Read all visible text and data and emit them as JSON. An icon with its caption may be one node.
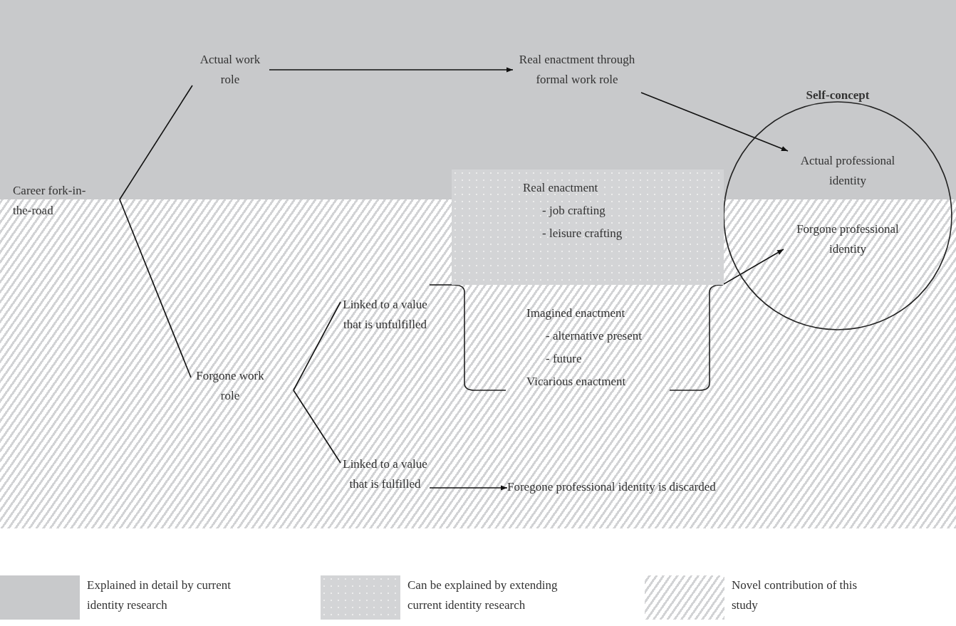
{
  "diagram": {
    "nodes": [
      {
        "text": [
          "Career fork-in-the-road"
        ]
      },
      {
        "text": [
          "Actual work role"
        ]
      },
      {
        "text": [
          "Forgone work role"
        ]
      },
      {
        "text": [
          "Real enactment through formal work role"
        ]
      },
      {
        "text": [
          "Self-concept"
        ]
      },
      {
        "text": [
          "Actual professional identity"
        ],
        "in": 4
      },
      {
        "text": [
          "Forgone professional identity"
        ],
        "in": 4
      },
      {
        "text": [
          "Linked to a value that is unfulfilled"
        ]
      },
      {
        "text": [
          "Linked to a value that is fulfilled"
        ]
      },
      {
        "text": [],
        "shape": "bracket"
      },
      {
        "text": [
          "Real enactment",
          "- job crafting",
          "- leisure crafting"
        ],
        "in": 9
      },
      {
        "text": [
          "Imagined enactment",
          "- alternative present",
          "- future",
          "Vicarious enactment"
        ],
        "in": 9
      },
      {
        "text": [
          "Foregone professional identity is discarded"
        ]
      }
    ],
    "edges": [
      {
        "from": 0,
        "to": 1,
        "arrow": "none"
      },
      {
        "from": 0,
        "to": 2,
        "arrow": "none"
      },
      {
        "from": 1,
        "to": 3,
        "arrow": "to"
      },
      {
        "from": 3,
        "to": 5,
        "arrow": "to"
      },
      {
        "from": 2,
        "to": 7,
        "arrow": "none"
      },
      {
        "from": 2,
        "to": 8,
        "arrow": "none"
      },
      {
        "from": 7,
        "to": 9,
        "arrow": "none"
      },
      {
        "from": 9,
        "to": 6,
        "arrow": "to"
      },
      {
        "from": 8,
        "to": 12,
        "arrow": "to"
      }
    ],
    "legend": [
      {
        "text": "Explained in detail by current identity research",
        "color": "#c8c9cb"
      },
      {
        "text": "Can be explained by extending current identity research"
      },
      {
        "text": "Novel contribution of this study"
      }
    ]
  }
}
